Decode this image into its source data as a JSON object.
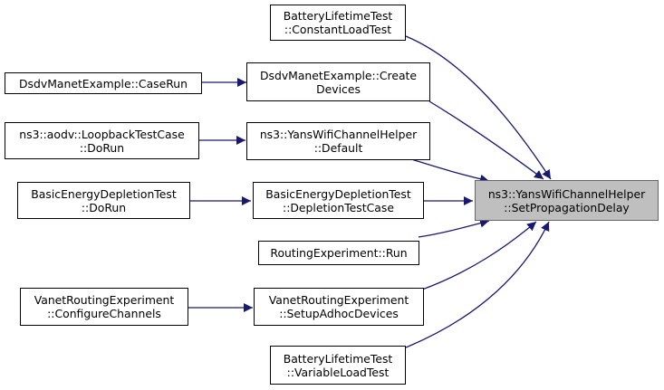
{
  "graph": {
    "edge_color": "#191970",
    "nodes": {
      "target": {
        "line1": "ns3::YansWifiChannelHelper",
        "line2": "::SetPropagationDelay"
      },
      "battery_constant": {
        "line1": "BatteryLifetimeTest",
        "line2": "::ConstantLoadTest"
      },
      "dsdv_caserun": {
        "line1": "DsdvManetExample::CaseRun"
      },
      "dsdv_create": {
        "line1": "DsdvManetExample::Create",
        "line2": "Devices"
      },
      "aodv_loopback": {
        "line1": "ns3::aodv::LoopbackTestCase",
        "line2": "::DoRun"
      },
      "yans_default": {
        "line1": "ns3::YansWifiChannelHelper",
        "line2": "::Default"
      },
      "basic_dorun": {
        "line1": "BasicEnergyDepletionTest",
        "line2": "::DoRun"
      },
      "basic_depletion": {
        "line1": "BasicEnergyDepletionTest",
        "line2": "::DepletionTestCase"
      },
      "routing_run": {
        "line1": "RoutingExperiment::Run"
      },
      "vanet_configure": {
        "line1": "VanetRoutingExperiment",
        "line2": "::ConfigureChannels"
      },
      "vanet_setup": {
        "line1": "VanetRoutingExperiment",
        "line2": "::SetupAdhocDevices"
      },
      "battery_variable": {
        "line1": "BatteryLifetimeTest",
        "line2": "::VariableLoadTest"
      }
    }
  }
}
